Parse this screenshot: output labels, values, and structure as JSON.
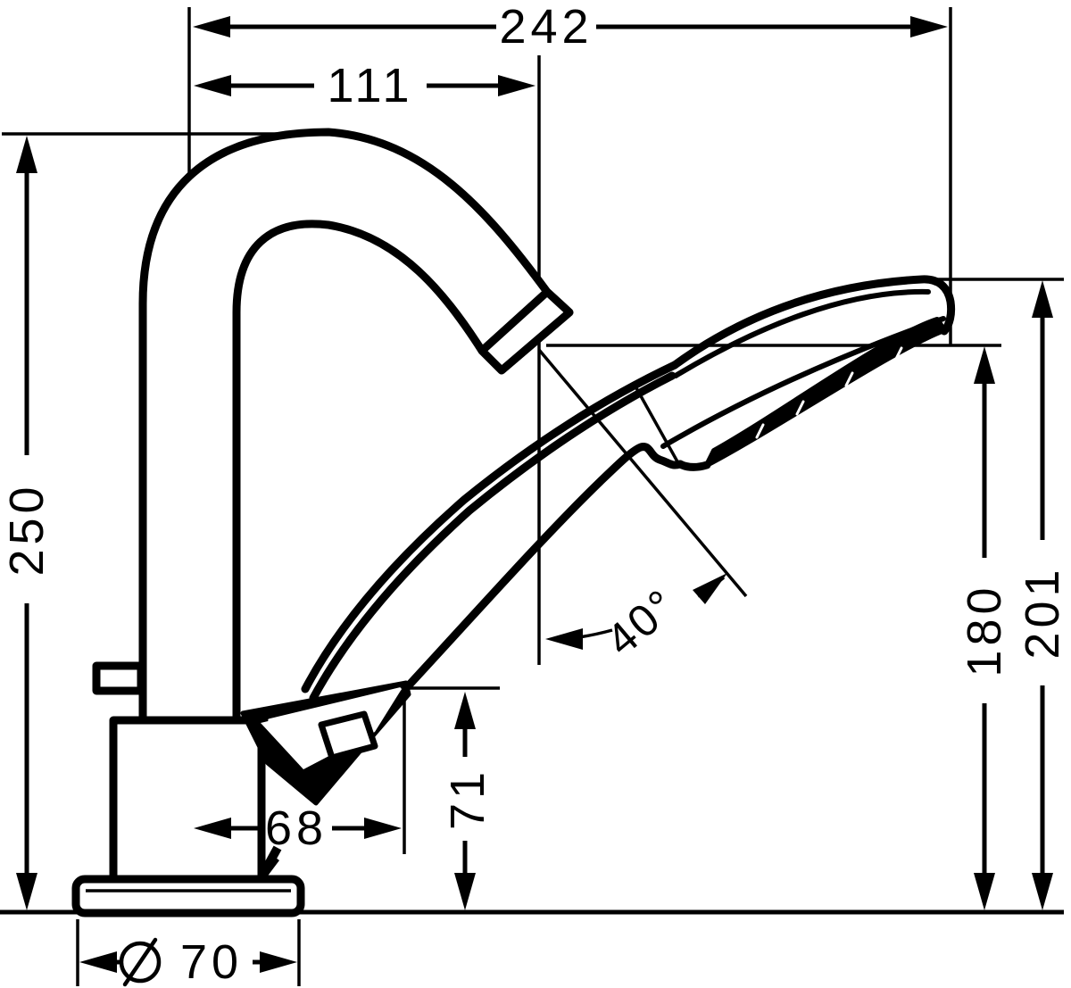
{
  "drawing": {
    "title": "faucet-with-handshower-dimension-drawing",
    "colors": {
      "line": "#000000",
      "background": "#ffffff"
    },
    "dimensions": {
      "total_width": "242",
      "spout_reach": "111",
      "total_height": "250",
      "outlet_height": "180",
      "handshower_top_height": "201",
      "holder_offset": "68",
      "holder_height": "71",
      "spray_angle": "40°",
      "base_diameter": "70",
      "diameter_symbol": "∅"
    }
  }
}
